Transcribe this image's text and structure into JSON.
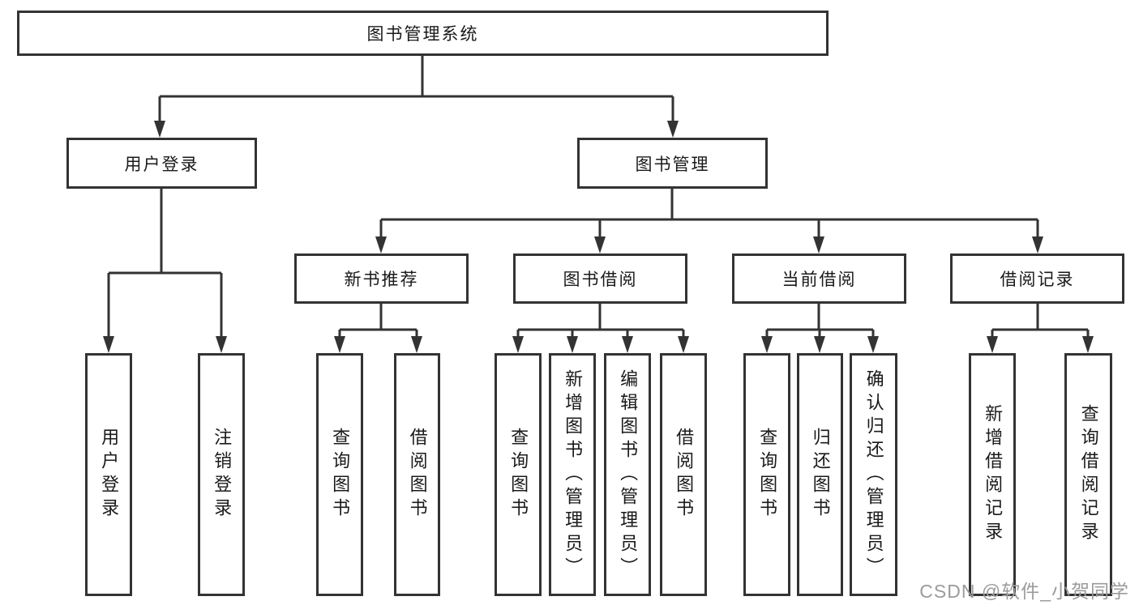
{
  "diagram": {
    "root": {
      "label": "图书管理系统",
      "children": [
        {
          "label": "用户登录",
          "children": [
            {
              "label": "用户登录"
            },
            {
              "label": "注销登录"
            }
          ]
        },
        {
          "label": "图书管理",
          "children": [
            {
              "label": "新书推荐",
              "children": [
                {
                  "label": "查询图书"
                },
                {
                  "label": "借阅图书"
                }
              ]
            },
            {
              "label": "图书借阅",
              "children": [
                {
                  "label": "查询图书"
                },
                {
                  "label": "新增图书（管理员）"
                },
                {
                  "label": "编辑图书（管理员）"
                },
                {
                  "label": "借阅图书"
                }
              ]
            },
            {
              "label": "当前借阅",
              "children": [
                {
                  "label": "查询图书"
                },
                {
                  "label": "归还图书"
                },
                {
                  "label": "确认归还（管理员）"
                }
              ]
            },
            {
              "label": "借阅记录",
              "children": [
                {
                  "label": "新增借阅记录"
                },
                {
                  "label": "查询借阅记录"
                }
              ]
            }
          ]
        }
      ]
    }
  },
  "watermark": {
    "text": "CSDN @软件_小贺同学"
  },
  "colors": {
    "line": "#333333",
    "box_border": "#333333",
    "box_background": "#ffffff",
    "text": "#1a1a1a",
    "watermark": "#9b9b9b",
    "background": "#ffffff"
  }
}
